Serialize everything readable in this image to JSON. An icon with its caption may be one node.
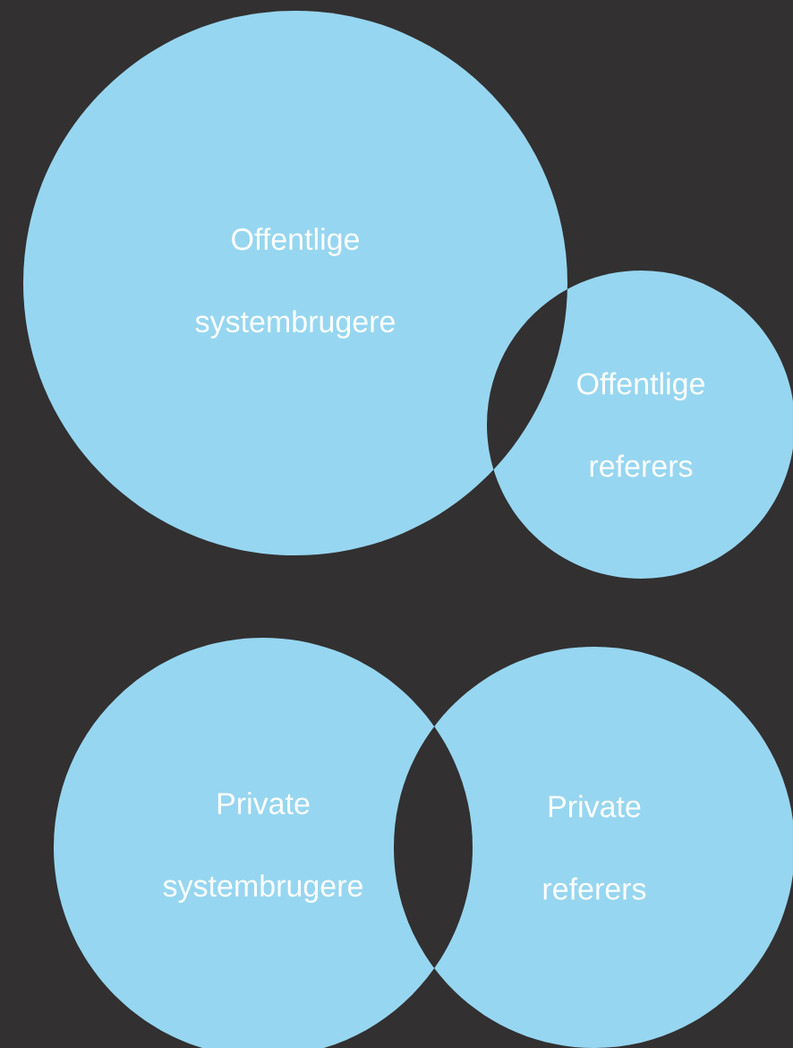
{
  "diagram": {
    "nodes": [
      {
        "text": [
          "Offentlige systembrugere"
        ]
      },
      {
        "text": [
          "Offentlige referers"
        ]
      },
      {
        "text": [
          "Private systembrugere"
        ]
      },
      {
        "text": [
          "Private referers"
        ]
      }
    ]
  }
}
